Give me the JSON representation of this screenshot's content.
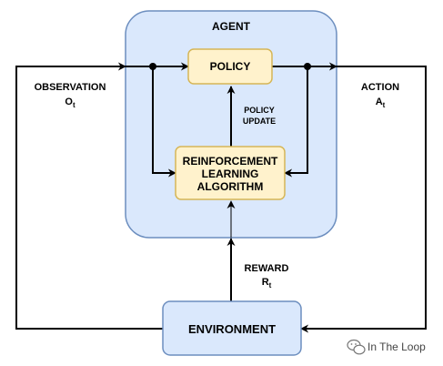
{
  "colors": {
    "agent_fill": "#dae8fc",
    "agent_stroke": "#6c8ebf",
    "block_fill": "#fff2cc",
    "block_stroke": "#d6b656",
    "line": "#000000"
  },
  "agent": {
    "title": "AGENT"
  },
  "policy": {
    "label": "POLICY"
  },
  "rl_algorithm": {
    "line1": "REINFORCEMENT",
    "line2": "LEARNING",
    "line3": "ALGORITHM"
  },
  "policy_update": {
    "line1": "POLICY",
    "line2": "UPDATE"
  },
  "environment": {
    "label": "ENVIRONMENT"
  },
  "observation": {
    "label": "OBSERVATION",
    "symbol": "O",
    "subscript": "t"
  },
  "action": {
    "label": "ACTION",
    "symbol": "A",
    "subscript": "t"
  },
  "reward": {
    "label": "REWARD",
    "symbol": "R",
    "subscript": "t"
  },
  "watermark": {
    "icon": "wechat-icon",
    "text": "In The Loop"
  }
}
